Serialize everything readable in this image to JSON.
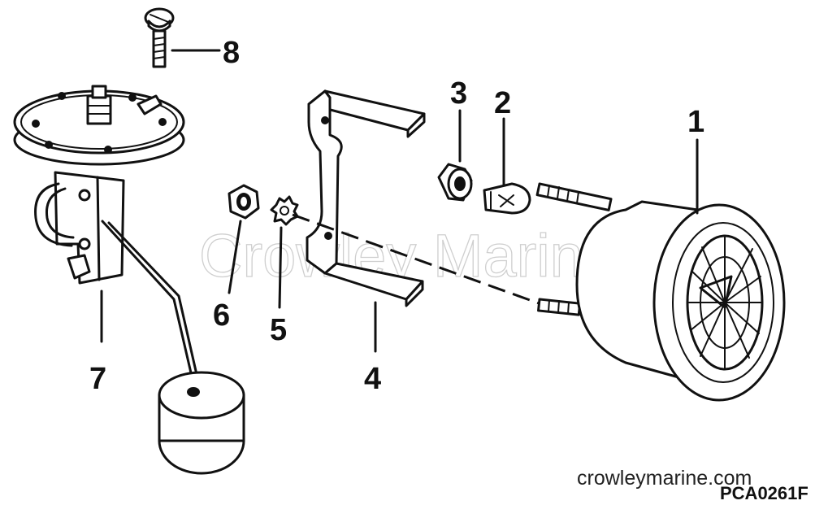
{
  "diagram": {
    "callouts": [
      {
        "id": "1",
        "label": "1"
      },
      {
        "id": "2",
        "label": "2"
      },
      {
        "id": "3",
        "label": "3"
      },
      {
        "id": "4",
        "label": "4"
      },
      {
        "id": "5",
        "label": "5"
      },
      {
        "id": "6",
        "label": "6"
      },
      {
        "id": "7",
        "label": "7"
      },
      {
        "id": "8",
        "label": "8"
      }
    ],
    "watermark": "Crowley Marine",
    "website": "crowleymarine.com",
    "drawing_code": "PCA0261F"
  },
  "colors": {
    "ink": "#111111",
    "background": "#ffffff",
    "watermark": "#cfcfcf"
  }
}
